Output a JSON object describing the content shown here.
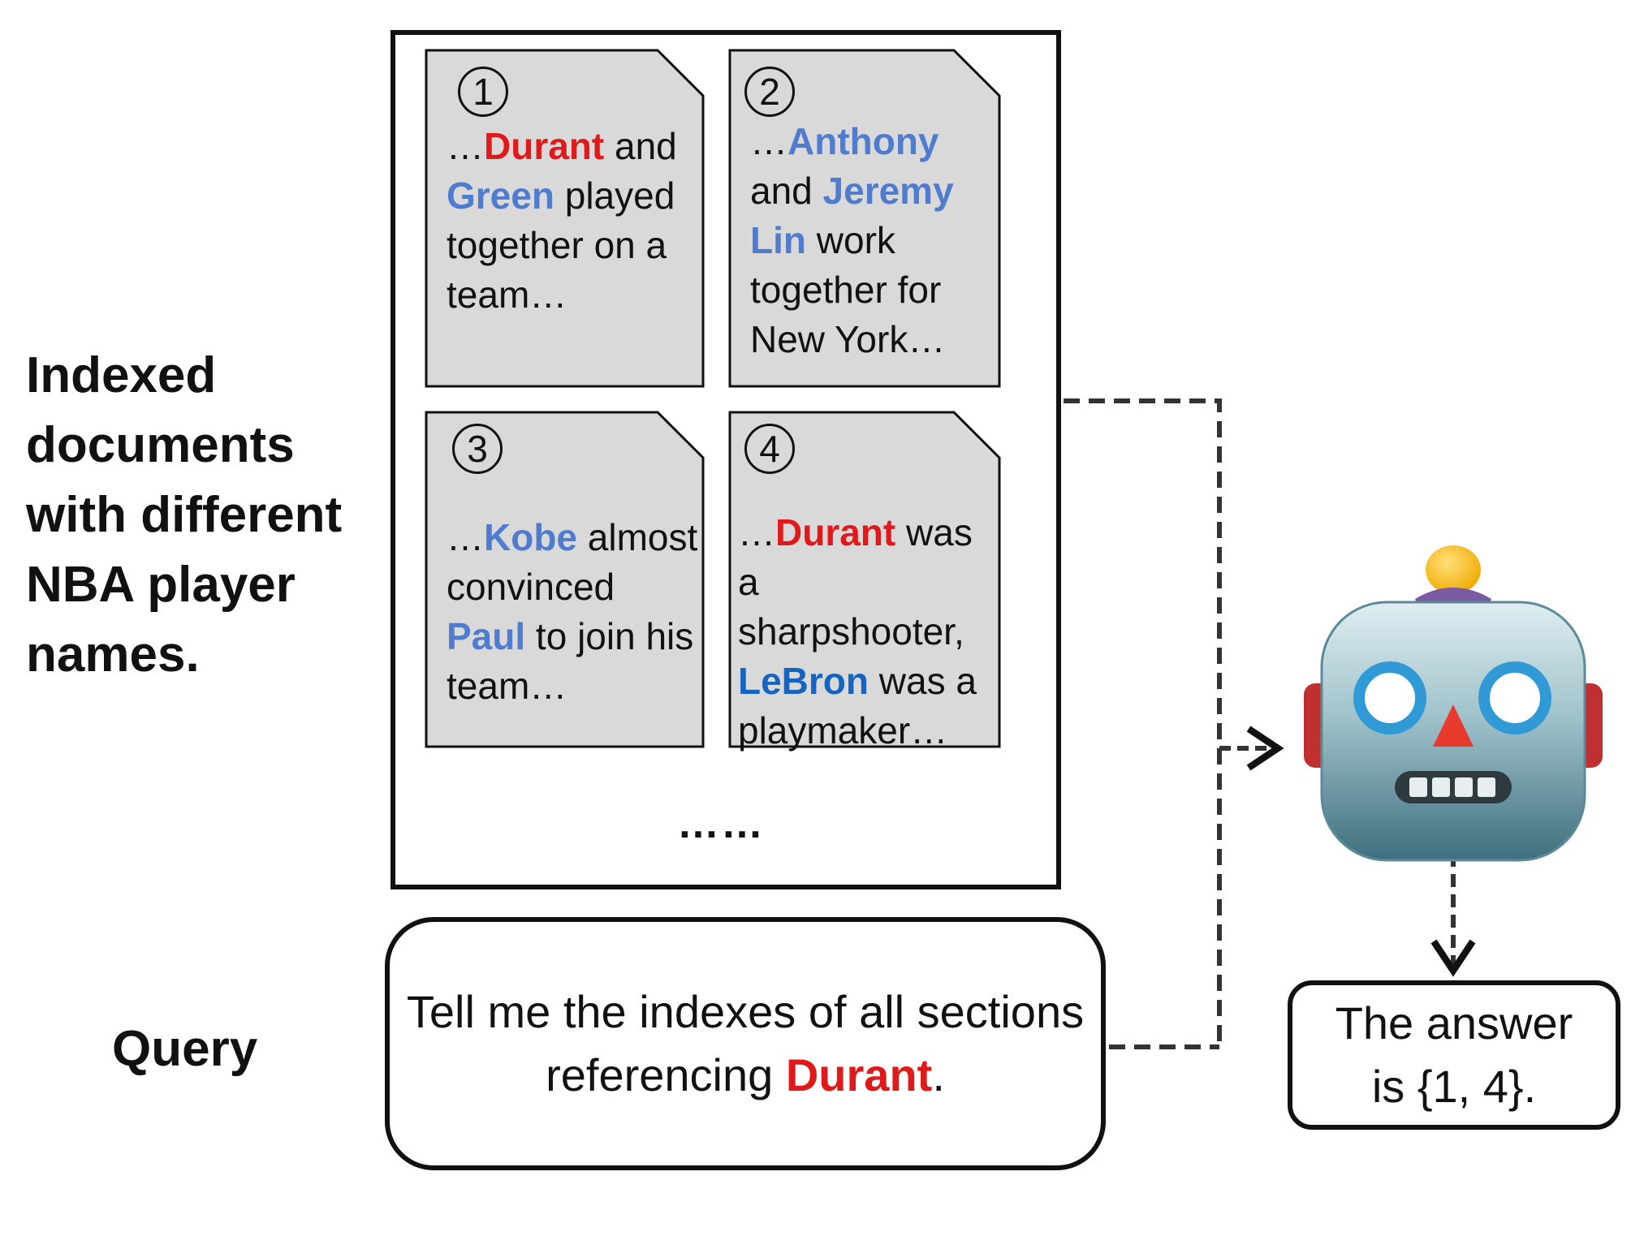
{
  "labels": {
    "indexed_documents": "Indexed documents with different NBA player names.",
    "query": "Query"
  },
  "documents": [
    {
      "number": "1",
      "segments": [
        {
          "text": "…",
          "style": "plain"
        },
        {
          "text": "Durant",
          "style": "red"
        },
        {
          "text": " and ",
          "style": "plain"
        },
        {
          "text": "Green",
          "style": "blue"
        },
        {
          "text": " played together on a team…",
          "style": "plain"
        }
      ]
    },
    {
      "number": "2",
      "segments": [
        {
          "text": "…",
          "style": "plain"
        },
        {
          "text": "Anthony",
          "style": "blue"
        },
        {
          "text": " and ",
          "style": "plain"
        },
        {
          "text": "Jeremy Lin",
          "style": "blue"
        },
        {
          "text": " work together for New York…",
          "style": "plain"
        }
      ]
    },
    {
      "number": "3",
      "segments": [
        {
          "text": "…",
          "style": "plain"
        },
        {
          "text": "Kobe",
          "style": "blue"
        },
        {
          "text": " almost convinced ",
          "style": "plain"
        },
        {
          "text": "Paul",
          "style": "blue"
        },
        {
          "text": " to join his team…",
          "style": "plain"
        }
      ]
    },
    {
      "number": "4",
      "segments": [
        {
          "text": "…",
          "style": "plain"
        },
        {
          "text": "Durant",
          "style": "red"
        },
        {
          "text": " was a sharpshooter, ",
          "style": "plain"
        },
        {
          "text": "LeBron",
          "style": "darkblue"
        },
        {
          "text": " was a playmaker…",
          "style": "plain"
        }
      ]
    }
  ],
  "more_documents": "……",
  "query": {
    "text_before": "Tell me the indexes of all sections referencing ",
    "highlight": "Durant",
    "text_after": "."
  },
  "answer": "The answer is {1, 4}.",
  "icons": {
    "robot": "robot-face-icon"
  },
  "colors": {
    "highlight_red": "#e01a1a",
    "highlight_blue": "#4f7ccf",
    "highlight_darkblue": "#1565c0",
    "doc_fill": "#d9d9d9",
    "stroke": "#111111"
  }
}
